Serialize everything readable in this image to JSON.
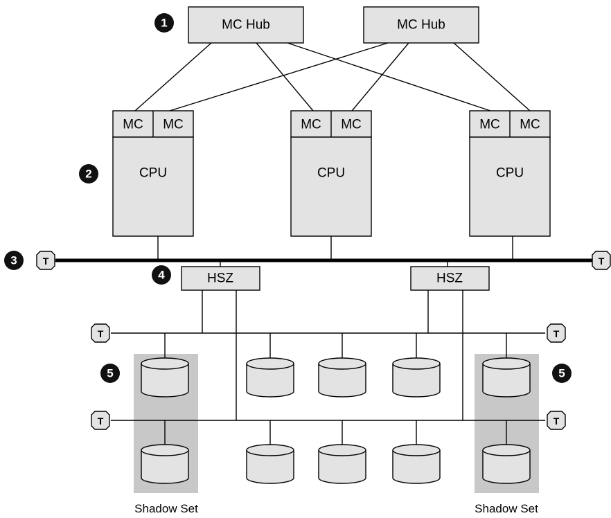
{
  "nodes": {
    "hub_left": "MC Hub",
    "hub_right": "MC Hub",
    "mc": "MC",
    "cpu": "CPU",
    "hsz": "HSZ",
    "terminator": "T"
  },
  "callouts": [
    "1",
    "2",
    "3",
    "4",
    "5"
  ],
  "captions": {
    "shadow_set_left": "Shadow Set",
    "shadow_set_right": "Shadow Set"
  }
}
